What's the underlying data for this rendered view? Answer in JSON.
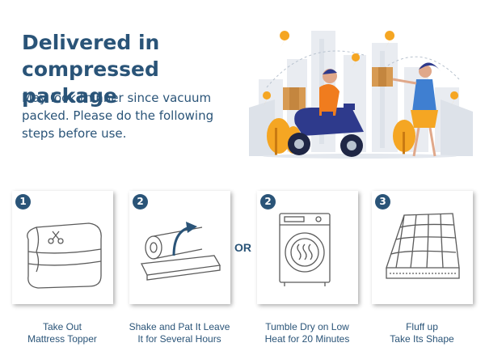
{
  "headline": "Delivered in compressed package",
  "subtext": "May look thinner since vacuum packed. Please do the following steps before use.",
  "hero_icon": "delivery-scooter-illustration",
  "or_label": "OR",
  "steps": [
    {
      "badge": "1",
      "line1": "Take Out",
      "line2": "Mattress Topper",
      "icon": "folded-topper-scissors-icon"
    },
    {
      "badge": "2",
      "line1": "Shake and Pat It Leave",
      "line2": "It for Several Hours",
      "icon": "rolled-topper-arrow-icon"
    },
    {
      "badge": "2",
      "line1": "Tumble Dry on Low",
      "line2": "Heat for 20 Minutes",
      "icon": "tumble-dryer-icon"
    },
    {
      "badge": "3",
      "line1": "Fluff up",
      "line2": "Take Its Shape",
      "icon": "quilted-topper-icon"
    }
  ],
  "colors": {
    "brand_blue": "#2a5478",
    "accent_orange": "#f5a623",
    "scooter_blue": "#2e3a8c"
  }
}
